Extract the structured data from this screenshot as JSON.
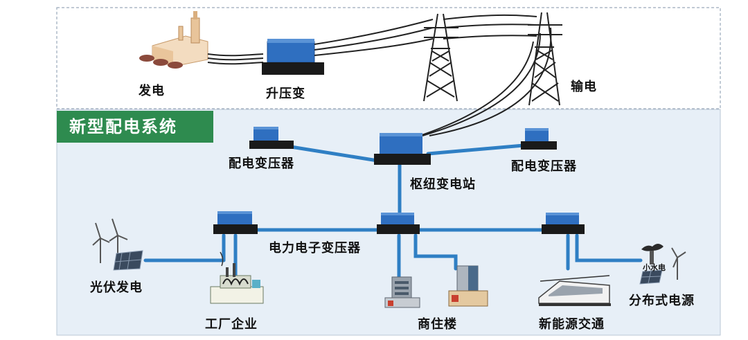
{
  "colors": {
    "section_tag_bg": "#2e8b4f",
    "distribution_bg": "#e7eff7",
    "line_blue": "#2f7fc4",
    "transformer_blue": "#2f6fc0",
    "transformer_base": "#1a1a1a",
    "dashed_border": "#9aa9bb"
  },
  "labels": {
    "section_title": "新型配电系统",
    "power_generation": "发电",
    "step_up_transformer": "升压变",
    "transmission": "输电",
    "distribution_transformer_left": "配电变压器",
    "hub_substation": "枢纽变电站",
    "distribution_transformer_right": "配电变压器",
    "power_electronic_transformer": "电力电子变压器",
    "pv_generation": "光伏发电",
    "factory_enterprise": "工厂企业",
    "commercial_residential": "商住楼",
    "new_energy_transport": "新能源交通",
    "small_hydro": "小水电",
    "distributed_power": "分布式电源"
  }
}
